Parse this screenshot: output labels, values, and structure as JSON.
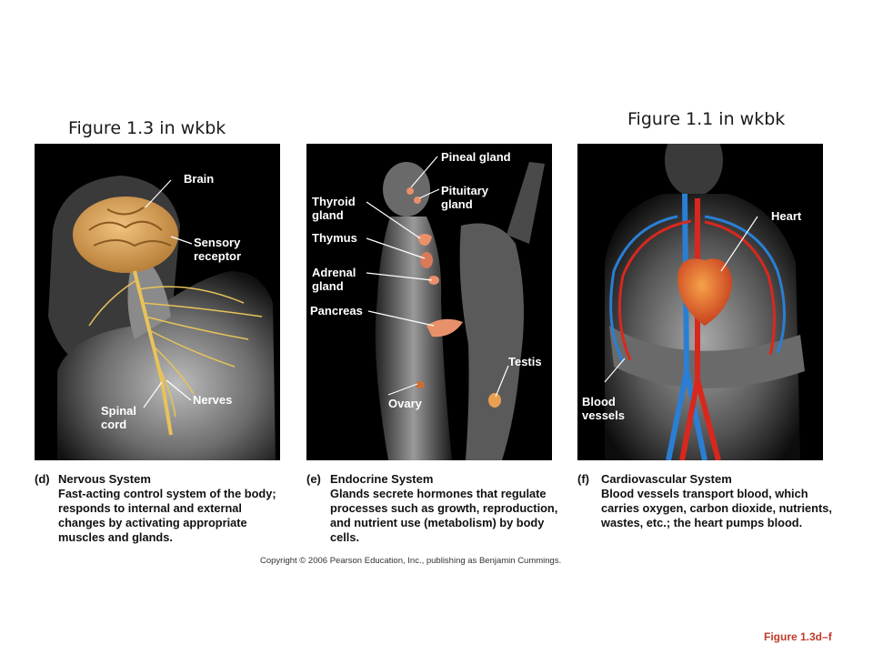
{
  "notes": {
    "left": "Figure 1.3 in wkbk",
    "right": "Figure 1.1 in wkbk"
  },
  "panels": {
    "nervous": {
      "labels": {
        "brain": "Brain",
        "sensory_receptor": [
          "Sensory",
          "receptor"
        ],
        "spinal_cord": [
          "Spinal",
          "cord"
        ],
        "nerves": "Nerves"
      },
      "caption": {
        "letter": "(d)",
        "title": "Nervous System",
        "description": "Fast-acting control system of the body; responds to internal and external changes by activating appropriate muscles and glands."
      }
    },
    "endocrine": {
      "labels": {
        "pineal_gland": "Pineal gland",
        "pituitary_gland": [
          "Pituitary",
          "gland"
        ],
        "thyroid_gland": [
          "Thyroid",
          "gland"
        ],
        "thymus": "Thymus",
        "adrenal_gland": [
          "Adrenal",
          "gland"
        ],
        "pancreas": "Pancreas",
        "testis": "Testis",
        "ovary": "Ovary"
      },
      "caption": {
        "letter": "(e)",
        "title": "Endocrine System",
        "description": "Glands secrete hormones that regulate processes such as growth, reproduction, and nutrient use (metabolism) by body cells."
      }
    },
    "cardiovascular": {
      "labels": {
        "heart": "Heart",
        "blood_vessels": [
          "Blood",
          "vessels"
        ]
      },
      "caption": {
        "letter": "(f)",
        "title": "Cardiovascular System",
        "description": "Blood vessels transport blood, which carries oxygen, carbon dioxide, nutrients, wastes, etc.; the heart pumps blood."
      }
    }
  },
  "copyright": "Copyright © 2006 Pearson Education, Inc., publishing as Benjamin Cummings.",
  "figure_ref": "Figure 1.3d–f",
  "colors": {
    "brain": "#d9a45c",
    "nerves": "#e8c35a",
    "artery": "#d8281e",
    "vein": "#2a7fd4",
    "gland": "#e8906a",
    "figure_ref": "#c0392b"
  }
}
